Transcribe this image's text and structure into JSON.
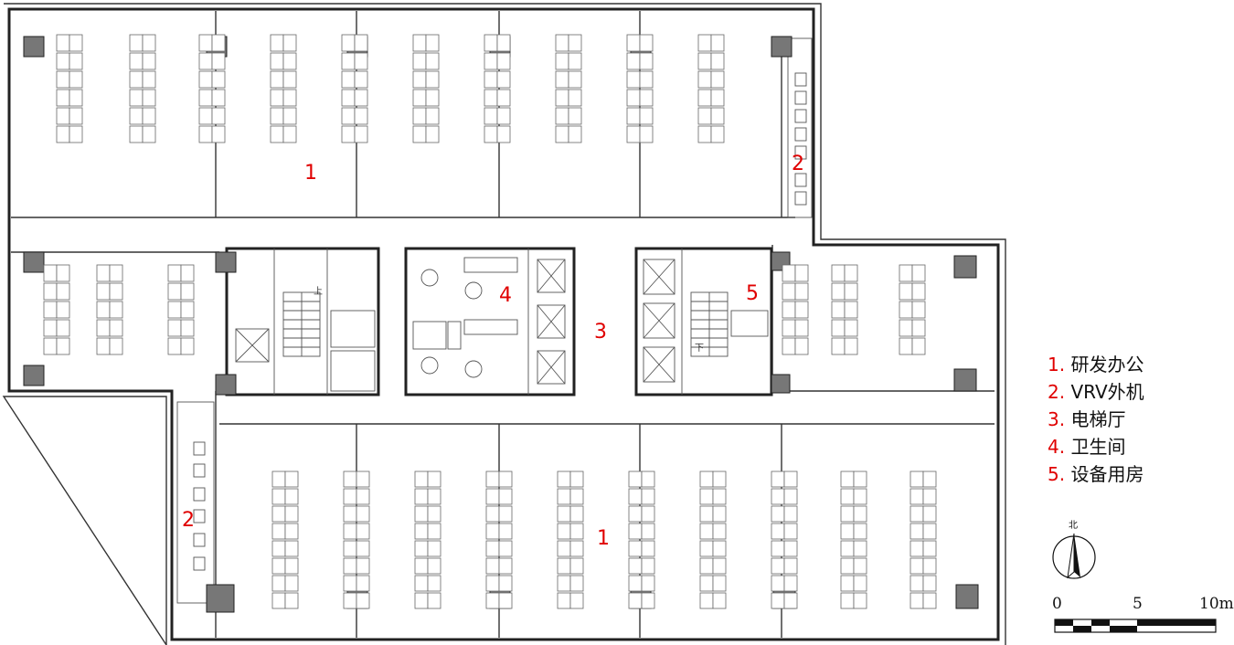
{
  "room_labels": {
    "office_north": "1",
    "office_south": "1",
    "vrv_north": "2",
    "vrv_south": "2",
    "elevator_hall": "3",
    "restroom": "4",
    "equipment": "5"
  },
  "legend": [
    {
      "num": "1.",
      "text": "研发办公"
    },
    {
      "num": "2.",
      "text": "VRV外机"
    },
    {
      "num": "3.",
      "text": "电梯厅"
    },
    {
      "num": "4.",
      "text": "卫生间"
    },
    {
      "num": "5.",
      "text": "设备用房"
    }
  ],
  "north_arrow": {
    "label": "北"
  },
  "scale_bar": {
    "labels": [
      "0",
      "5",
      "10m"
    ]
  },
  "stair_marks": {
    "up": "上",
    "down": "下"
  }
}
